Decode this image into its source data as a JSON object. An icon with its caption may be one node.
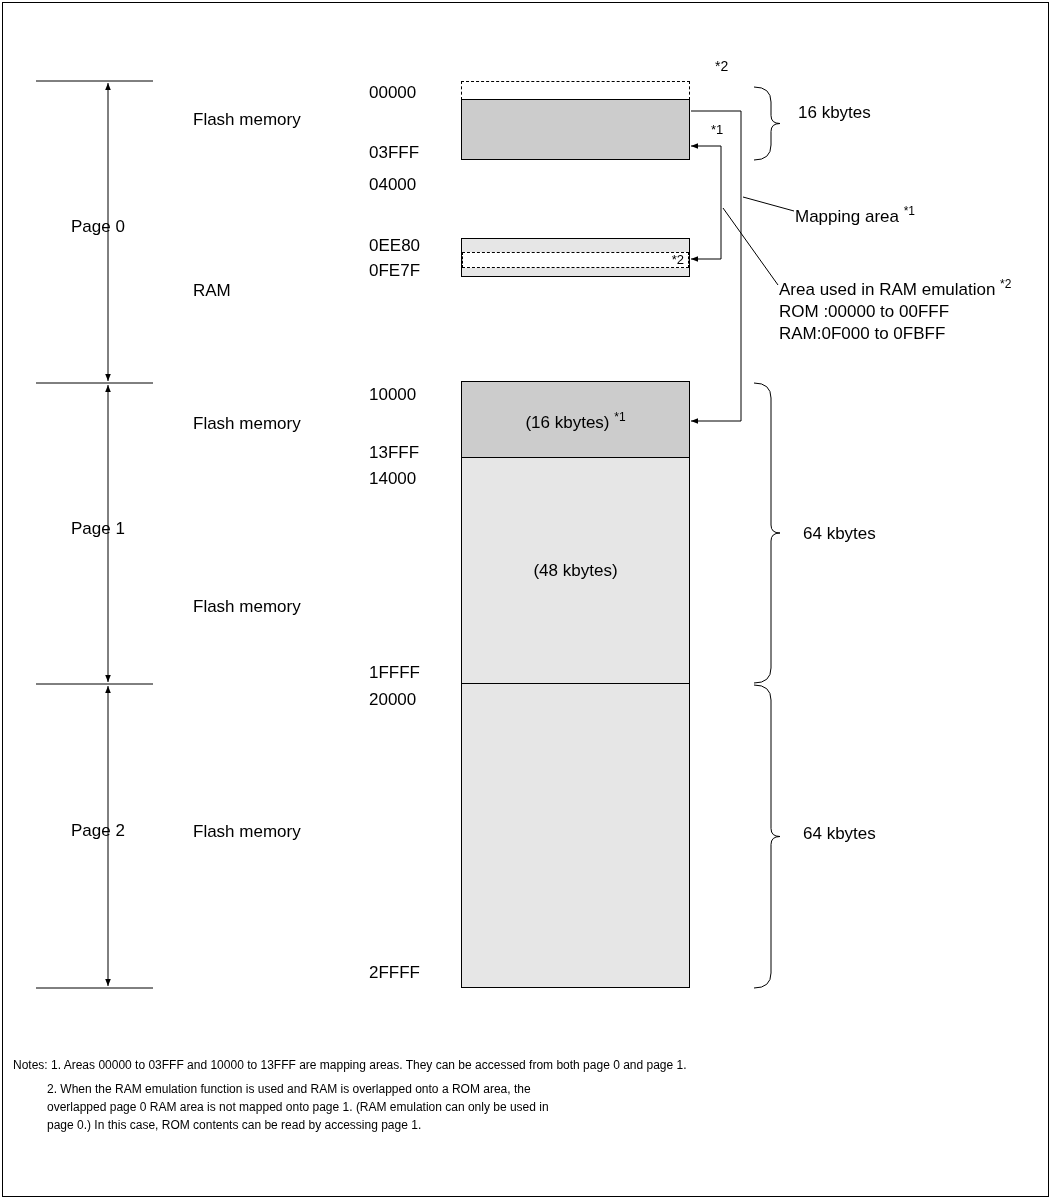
{
  "diagram": {
    "nodes": [
      {
        "text": [],
        "shape": "box",
        "beside": [
          "*2"
        ]
      },
      {
        "text": [],
        "shape": "box"
      },
      {
        "text": [],
        "shape": "box"
      },
      {
        "text": [
          "*2"
        ],
        "in": 2
      },
      {
        "text": [
          "(16 kbytes) $^{*1}$"
        ]
      },
      {
        "text": [
          "(48 kbytes)"
        ]
      },
      {
        "text": [],
        "shape": "box"
      },
      {
        "text": [
          "Mapping area $^{*1}$"
        ]
      },
      {
        "text": [
          "Area used in RAM emulation $^{*2}$",
          "ROM :00000 to 00FFF",
          "RAM:0F000 to 0FBFF"
        ]
      }
    ],
    "edges": [
      {
        "from": 1,
        "to": 4,
        "arrow": "to"
      },
      {
        "from": 3,
        "to": 1,
        "arrow": "both"
      },
      {
        "from": 7,
        "to": null,
        "arrow": "none"
      },
      {
        "from": 8,
        "to": null,
        "arrow": "none"
      }
    ],
    "labels": [
      "00000",
      "16 kbytes",
      "Flash memory",
      "03FFF",
      "*1",
      "04000",
      "Page 0",
      "0EE80",
      "0FE7F",
      "RAM",
      "10000",
      "Flash memory",
      "13FFF",
      "14000",
      "Page 1",
      "64 kbytes",
      "Flash memory",
      "1FFFF",
      "20000",
      "Page 2",
      "Flash memory",
      "64 kbytes",
      "2FFFF",
      "Notes: 1. Areas 00000 to 03FFF and 10000 to 13FFF are mapping areas.  They can be accessed from both page 0 and page 1.",
      "2. When the RAM emulation function is used and RAM is overlapped onto a ROM area, the overlapped page 0 RAM area is not mapped onto page 1.  (RAM emulation can only be used in page 0.) In this case, ROM contents can be read by accessing page 1."
    ]
  }
}
